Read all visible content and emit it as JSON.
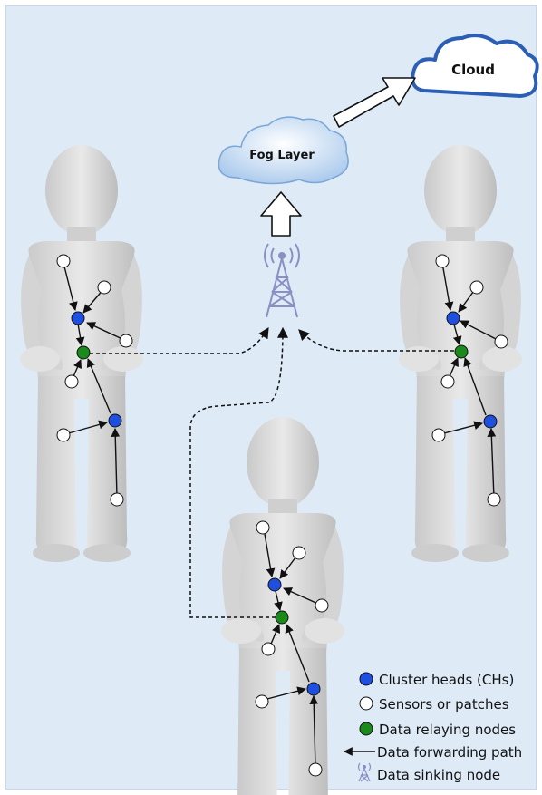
{
  "cloud": {
    "label": "Cloud"
  },
  "fog": {
    "label": "Fog Layer"
  },
  "legend": {
    "cluster_heads": "Cluster heads (CHs)",
    "sensors": "Sensors or patches",
    "relaying": "Data relaying nodes",
    "forwarding": "Data forwarding path",
    "sinking": "Data sinking node"
  },
  "colors": {
    "background": "#deebf7",
    "cluster_head": "#1f4fe0",
    "relay_node": "#1a8a1a",
    "sensor": "#ffffff",
    "tower": "#8a90c4"
  }
}
